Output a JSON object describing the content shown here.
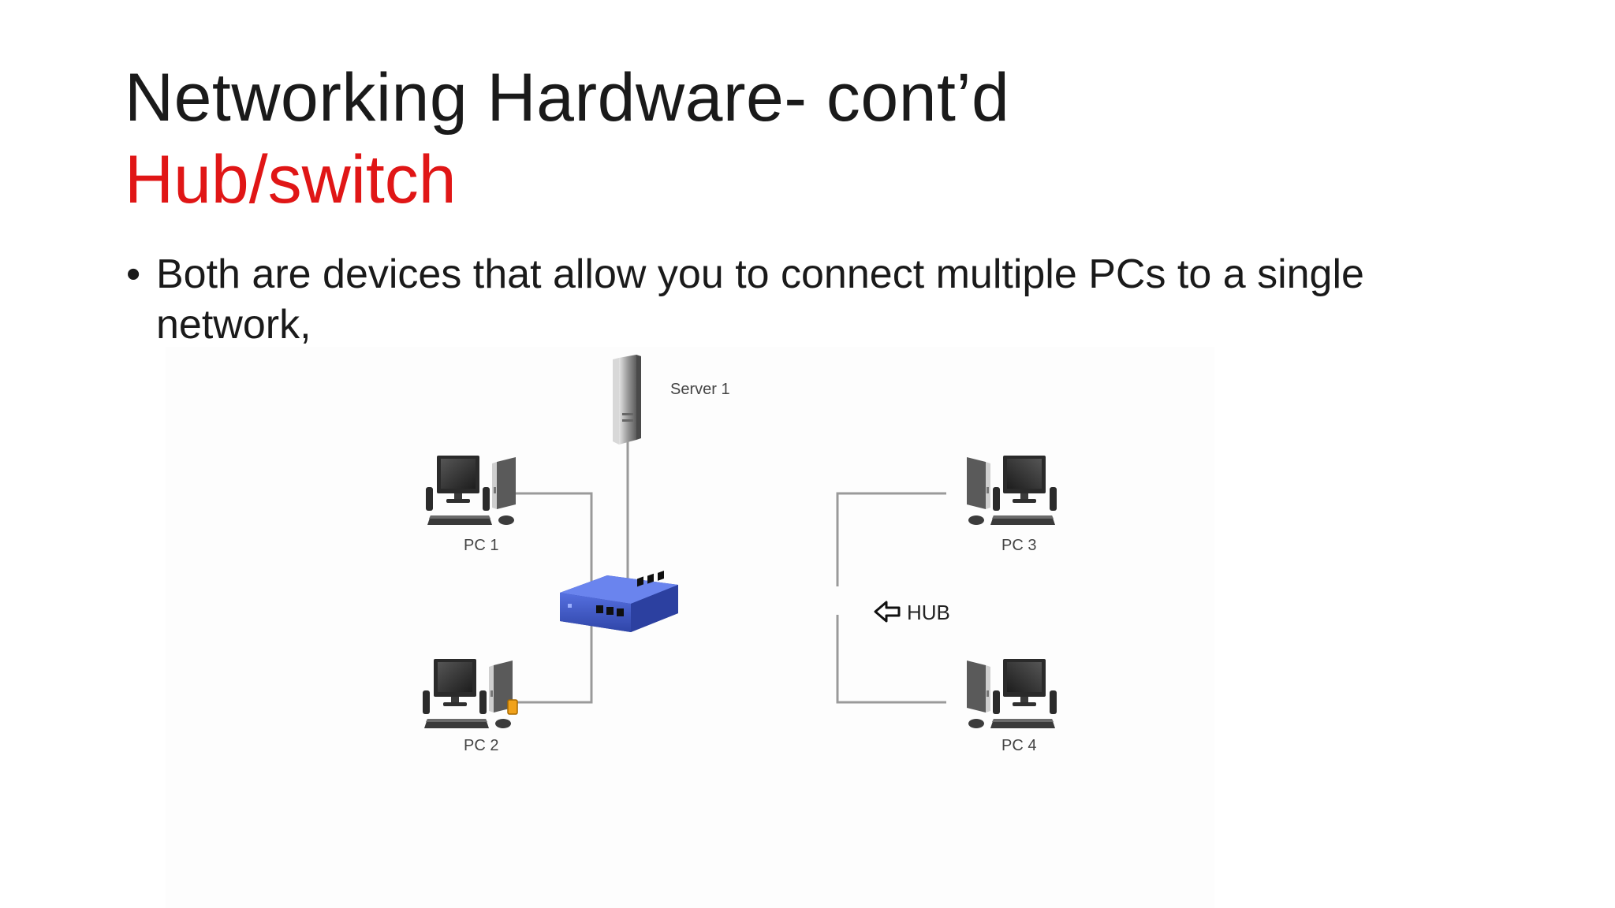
{
  "slide": {
    "title_line1": "Networking Hardware- cont’d",
    "title_line2": "Hub/switch",
    "bullet": "Both are devices that allow you to connect multiple PCs to a single network,"
  },
  "diagram": {
    "labels": {
      "server": "Server 1",
      "pc1": "PC 1",
      "pc2": "PC 2",
      "pc3": "PC 3",
      "pc4": "PC 4",
      "hub": "HUB"
    },
    "colors": {
      "hub_body": "#3f57c8",
      "hub_dark": "#2b3e98",
      "cable": "#9a9a9a",
      "device_dark": "#3a3a3a",
      "device_light": "#bdbdbd",
      "accent_title": "#e01616"
    },
    "icons": [
      "server-icon",
      "pc-icon",
      "hub-icon",
      "arrow-left-icon"
    ]
  }
}
